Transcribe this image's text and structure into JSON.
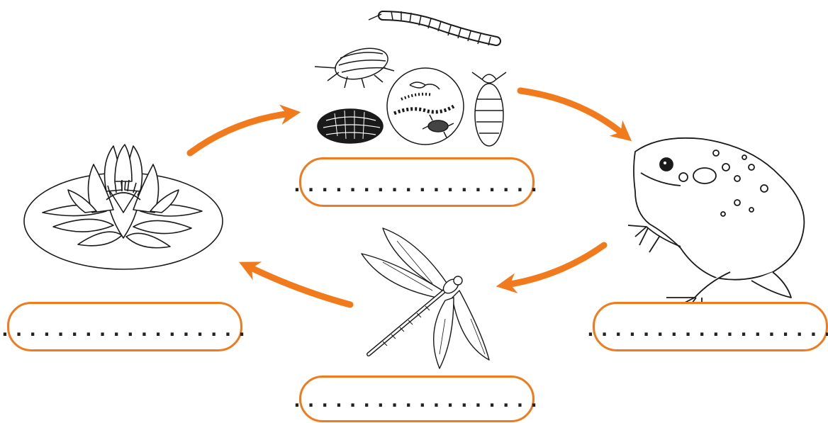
{
  "worksheet": {
    "blank_placeholder": "..................",
    "accent_color": "#f07a1c",
    "organisms": [
      {
        "id": "water-lily",
        "icon": "water-lily-icon"
      },
      {
        "id": "decomposers",
        "icon": "decomposers-group-icon"
      },
      {
        "id": "toad",
        "icon": "toad-icon"
      },
      {
        "id": "dragonfly",
        "icon": "dragonfly-icon"
      }
    ]
  }
}
